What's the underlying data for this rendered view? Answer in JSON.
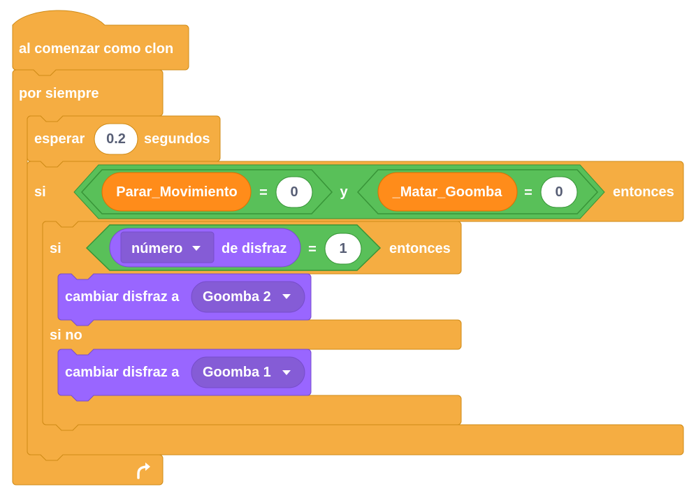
{
  "script": {
    "hat_label": "al comenzar como clon",
    "forever_label": "por siempre",
    "wait": {
      "label_before": "esperar",
      "value": "0.2",
      "label_after": "segundos"
    },
    "outer_if": {
      "if_label": "si",
      "then_label": "entonces",
      "and_label": "y",
      "left_condition": {
        "variable": "Parar_Movimiento",
        "operator": "=",
        "value": "0"
      },
      "right_condition": {
        "variable": "_Matar_Goomba",
        "operator": "=",
        "value": "0"
      }
    },
    "inner_if_else": {
      "if_label": "si",
      "then_label": "entonces",
      "else_label": "si no",
      "condition": {
        "reporter_dropdown": "número",
        "reporter_label": "de disfraz",
        "operator": "=",
        "value": "1"
      },
      "then_block": {
        "label": "cambiar disfraz a",
        "costume": "Goomba 2"
      },
      "else_block": {
        "label": "cambiar disfraz a",
        "costume": "Goomba 1"
      }
    },
    "loop_icon": "loop-arrow-icon"
  },
  "colors": {
    "control": "#f5ad42",
    "control_border": "#cf8b17",
    "operator": "#59c059",
    "operator_border": "#389438",
    "variable": "#ff8c1a",
    "variable_border": "#db6e00",
    "looks": "#9966ff",
    "looks_border": "#774dcb",
    "looks_dark": "#855cd6",
    "text": "#ffffff",
    "input_text": "#575e75"
  }
}
